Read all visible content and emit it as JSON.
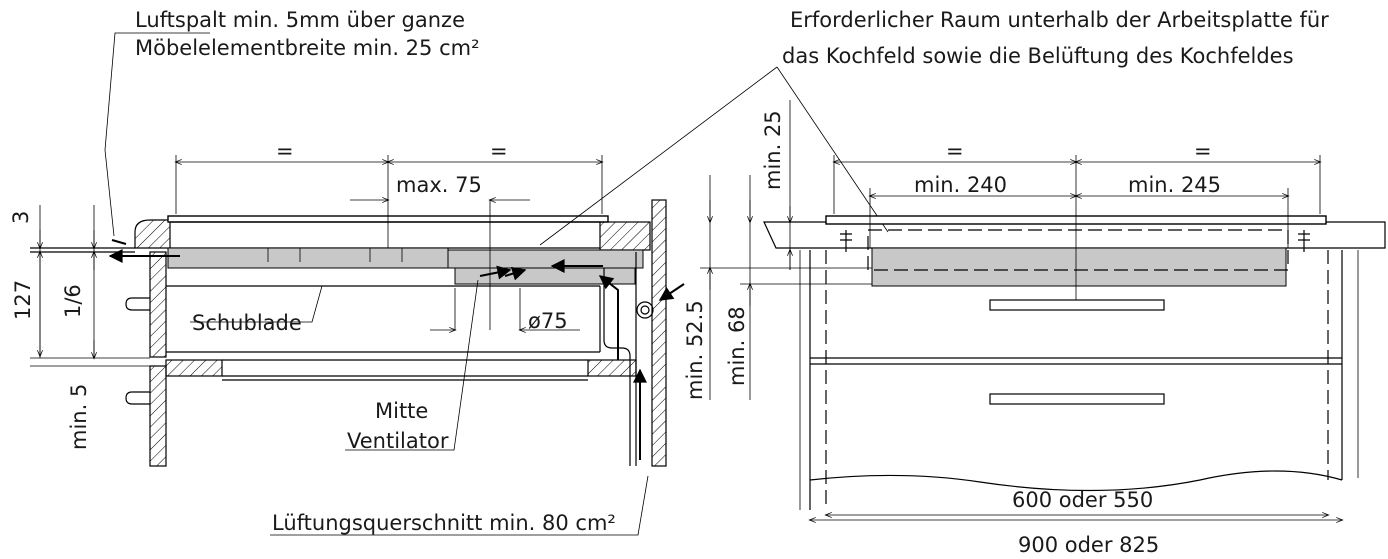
{
  "annotations": {
    "air_gap_line1": "Luftspalt min. 5mm über ganze",
    "air_gap_line2": "Möbelelementbreite min. 25 cm²",
    "space_line1": "Erforderlicher Raum unterhalb der Arbeitsplatte für",
    "space_line2": "das Kochfeld sowie die Belüftung des Kochfeldes",
    "drawer": "Schublade",
    "fan_center_line1": "Mitte",
    "fan_center_line2": "Ventilator",
    "ventilation": "Lüftungsquerschnitt min. 80 cm²"
  },
  "dimensions": {
    "equal_left_a": "=",
    "equal_left_b": "=",
    "max_75": "max. 75",
    "dia_75": "ø75",
    "three": "3",
    "d127": "127",
    "one_sixth": "1/6",
    "min5": "min. 5",
    "min25": "min. 25",
    "min52_5": "min. 52.5",
    "min68": "min. 68",
    "equal_right_a": "=",
    "equal_right_b": "=",
    "min240": "min. 240",
    "min245": "min. 245",
    "w600": "600 oder 550",
    "w900": "900 oder 825"
  }
}
